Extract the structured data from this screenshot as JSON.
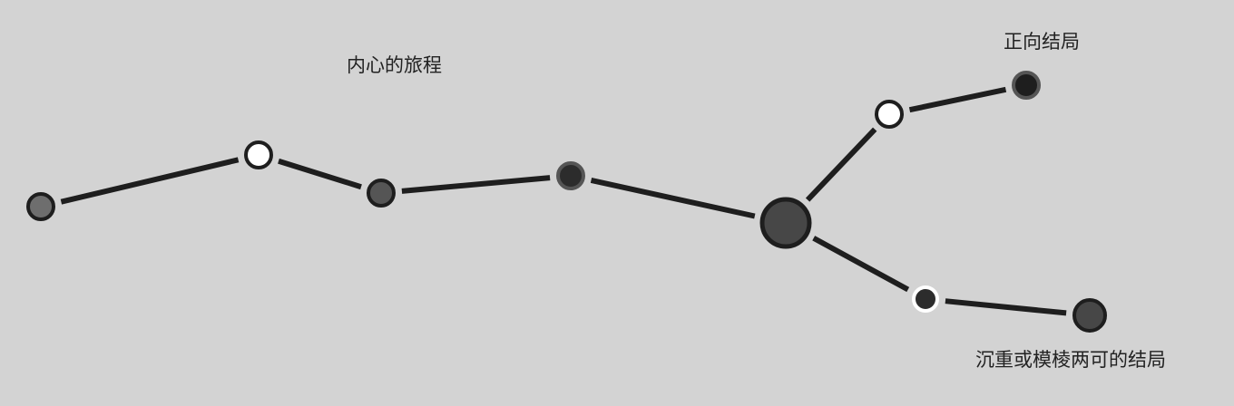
{
  "labels": {
    "journey": "内心的旅程",
    "positive_ending": "正向结局",
    "ambiguous_ending": "沉重或模棱两可的结局"
  },
  "colors": {
    "background": "#d3d3d3",
    "line": "#1e1e1e",
    "stroke": "#1e1e1e"
  },
  "nodes": [
    {
      "id": "n1",
      "fill": "#6e6e6e",
      "stroke": "#1e1e1e"
    },
    {
      "id": "n2",
      "fill": "#ffffff",
      "stroke": "#1e1e1e"
    },
    {
      "id": "n3",
      "fill": "#555555",
      "stroke": "#1e1e1e"
    },
    {
      "id": "n4",
      "fill": "#2c2c2c",
      "stroke": "#555555"
    },
    {
      "id": "n5",
      "fill": "#474747",
      "stroke": "#1e1e1e"
    },
    {
      "id": "n6",
      "fill": "#ffffff",
      "stroke": "#1e1e1e"
    },
    {
      "id": "n7",
      "fill": "#1e1e1e",
      "stroke": "#555555"
    },
    {
      "id": "n8",
      "fill": "#2c2c2c",
      "stroke": "#ffffff"
    },
    {
      "id": "n9",
      "fill": "#474747",
      "stroke": "#1e1e1e"
    }
  ],
  "edges": [
    [
      "n1",
      "n2"
    ],
    [
      "n2",
      "n3"
    ],
    [
      "n3",
      "n4"
    ],
    [
      "n4",
      "n5"
    ],
    [
      "n5",
      "n6"
    ],
    [
      "n6",
      "n7"
    ],
    [
      "n5",
      "n8"
    ],
    [
      "n8",
      "n9"
    ]
  ]
}
